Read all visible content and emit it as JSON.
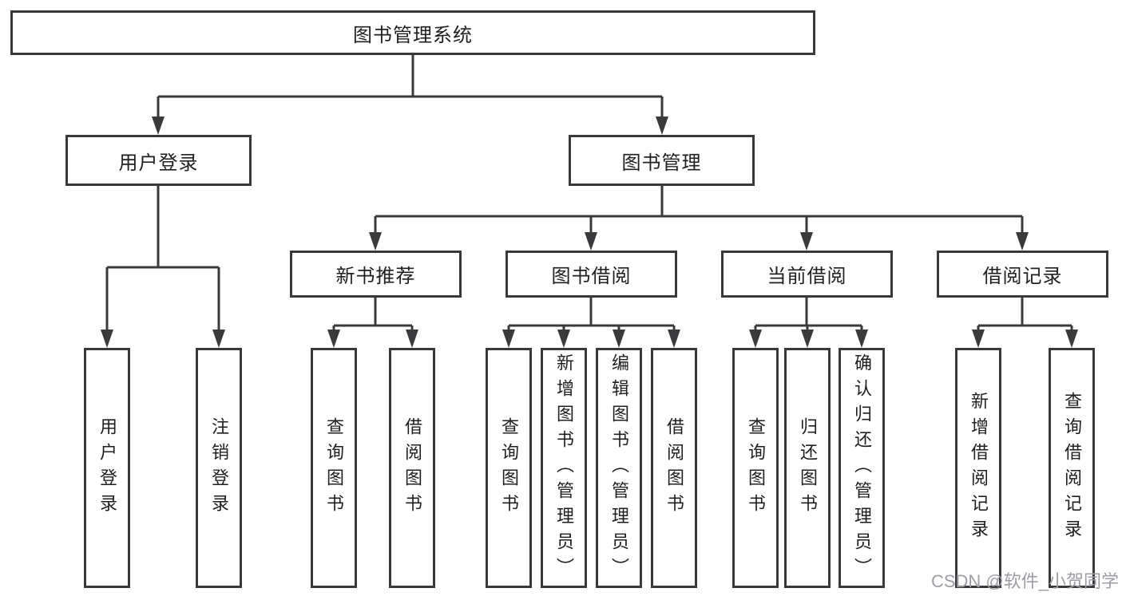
{
  "diagram": {
    "type": "hierarchy-diagram",
    "title": "图书管理系统",
    "watermark": "CSDN @软件_小贺同学",
    "colors": {
      "line": "#3a3a3c",
      "border": "#39393b",
      "text": "#1f1f21",
      "watermark": "#9b9ea3",
      "background": "#ffffff"
    },
    "nodes": {
      "root": {
        "label": "图书管理系统"
      },
      "user_login": {
        "label": "用户登录"
      },
      "book_mgmt": {
        "label": "图书管理"
      },
      "new_book_rec": {
        "label": "新书推荐"
      },
      "book_borrow": {
        "label": "图书借阅"
      },
      "current_borrow": {
        "label": "当前借阅"
      },
      "borrow_record": {
        "label": "借阅记录"
      },
      "leaf_user_login": {
        "label": "用户登录"
      },
      "leaf_logout": {
        "label": "注销登录"
      },
      "leaf_query_book_1": {
        "label": "查询图书"
      },
      "leaf_borrow_book_1": {
        "label": "借阅图书"
      },
      "leaf_query_book_2": {
        "label": "查询图书"
      },
      "leaf_add_book": {
        "label": "新增图书（管理员）"
      },
      "leaf_edit_book": {
        "label": "编辑图书（管理员）"
      },
      "leaf_borrow_book_2": {
        "label": "借阅图书"
      },
      "leaf_query_book_3": {
        "label": "查询图书"
      },
      "leaf_return_book": {
        "label": "归还图书"
      },
      "leaf_confirm_return": {
        "label": "确认归还（管理员）"
      },
      "leaf_add_record": {
        "label": "新增借阅记录"
      },
      "leaf_query_record": {
        "label": "查询借阅记录"
      }
    },
    "edges": [
      {
        "from": "root",
        "to": "user_login"
      },
      {
        "from": "root",
        "to": "book_mgmt"
      },
      {
        "from": "user_login",
        "to": "leaf_user_login"
      },
      {
        "from": "user_login",
        "to": "leaf_logout"
      },
      {
        "from": "book_mgmt",
        "to": "new_book_rec"
      },
      {
        "from": "book_mgmt",
        "to": "book_borrow"
      },
      {
        "from": "book_mgmt",
        "to": "current_borrow"
      },
      {
        "from": "book_mgmt",
        "to": "borrow_record"
      },
      {
        "from": "new_book_rec",
        "to": "leaf_query_book_1"
      },
      {
        "from": "new_book_rec",
        "to": "leaf_borrow_book_1"
      },
      {
        "from": "book_borrow",
        "to": "leaf_query_book_2"
      },
      {
        "from": "book_borrow",
        "to": "leaf_add_book"
      },
      {
        "from": "book_borrow",
        "to": "leaf_edit_book"
      },
      {
        "from": "book_borrow",
        "to": "leaf_borrow_book_2"
      },
      {
        "from": "current_borrow",
        "to": "leaf_query_book_3"
      },
      {
        "from": "current_borrow",
        "to": "leaf_return_book"
      },
      {
        "from": "current_borrow",
        "to": "leaf_confirm_return"
      },
      {
        "from": "borrow_record",
        "to": "leaf_add_record"
      },
      {
        "from": "borrow_record",
        "to": "leaf_query_record"
      }
    ]
  }
}
